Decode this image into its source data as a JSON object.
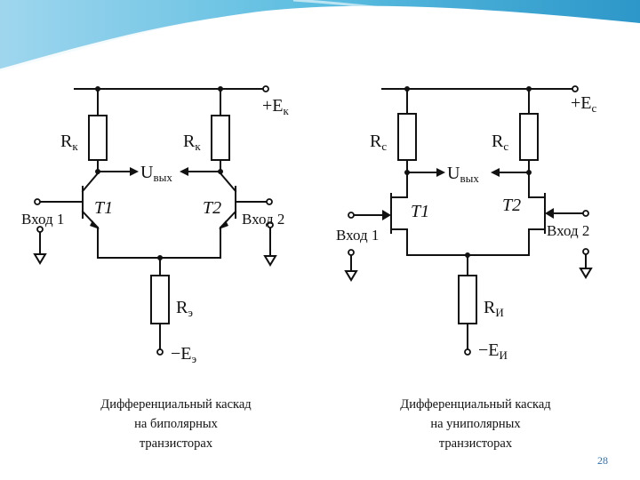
{
  "slide": {
    "page_number": "28"
  },
  "left_circuit": {
    "supply": "+E",
    "supply_sub": "к",
    "rc_left": "R",
    "rc_left_sub": "к",
    "rc_right": "R",
    "rc_right_sub": "к",
    "output": "U",
    "output_sub": "вых",
    "t1": "T1",
    "t2": "T2",
    "input1": "Вход 1",
    "input2": "Вход 2",
    "re": "R",
    "re_sub": "э",
    "neg_supply": "−E",
    "neg_supply_sub": "э",
    "caption": [
      "Дифференциальный каскад",
      "на биполярных",
      "транзисторах"
    ]
  },
  "right_circuit": {
    "supply": "+E",
    "supply_sub": "с",
    "rc_left": "R",
    "rc_left_sub": "с",
    "rc_right": "R",
    "rc_right_sub": "с",
    "output": "U",
    "output_sub": "вых",
    "t1": "T1",
    "t2": "T2",
    "input1": "Вход 1",
    "input2": "Вход 2",
    "rs": "R",
    "rs_sub": "И",
    "neg_supply": "−E",
    "neg_supply_sub": "И",
    "caption": [
      "Дифференциальный каскад",
      "на униполярных",
      "транзисторах"
    ]
  }
}
